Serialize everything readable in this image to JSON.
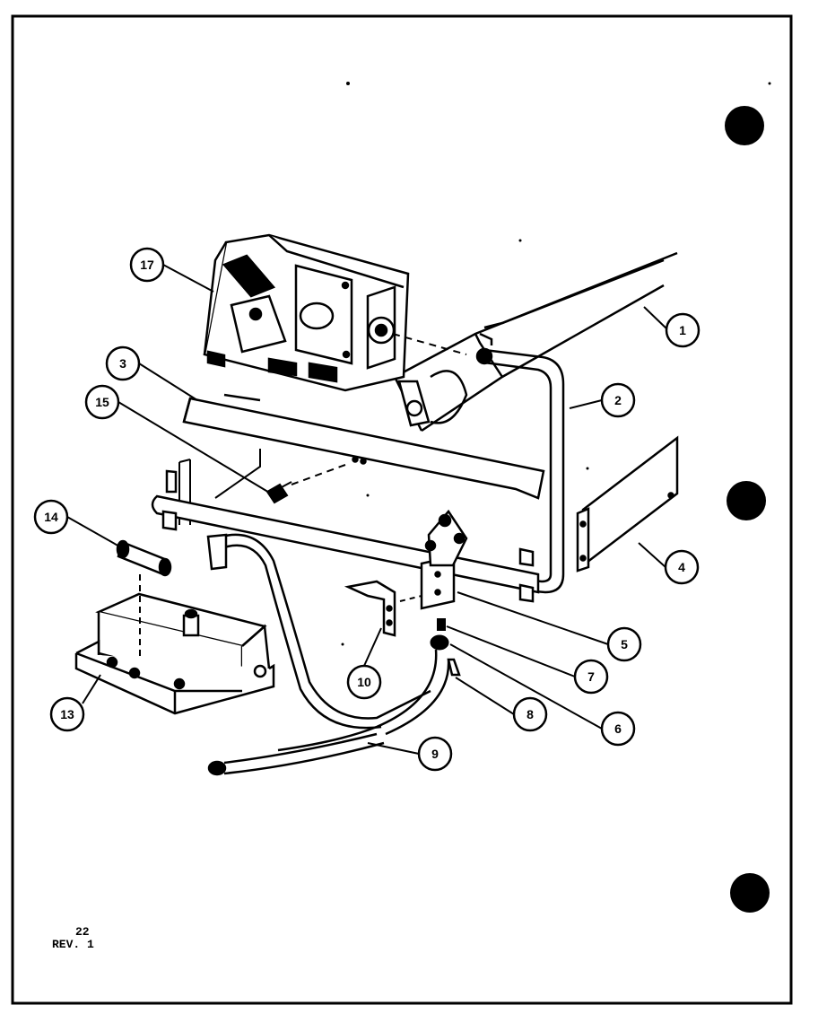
{
  "callouts": [
    {
      "label": "17"
    },
    {
      "label": "1"
    },
    {
      "label": "3"
    },
    {
      "label": "2"
    },
    {
      "label": "15"
    },
    {
      "label": "14"
    },
    {
      "label": "4"
    },
    {
      "label": "5"
    },
    {
      "label": "7"
    },
    {
      "label": "10"
    },
    {
      "label": "13"
    },
    {
      "label": "8"
    },
    {
      "label": "6"
    },
    {
      "label": "9"
    }
  ],
  "footer": {
    "page_number": "22",
    "revision": "REV. 1"
  }
}
